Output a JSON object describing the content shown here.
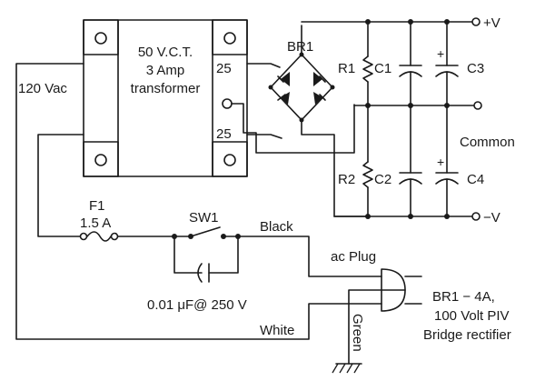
{
  "transformer": {
    "label_line1": "50 V.C.T.",
    "label_line2": "3 Amp",
    "label_line3": "transformer",
    "tap_top": "25",
    "tap_bottom": "25"
  },
  "input": {
    "label": "120 Vac"
  },
  "rectifier": {
    "label": "BR1"
  },
  "resistors": {
    "r1": "R1",
    "r2": "R2"
  },
  "capacitors": {
    "c1": "C1",
    "c2": "C2",
    "c3": "C3",
    "c4": "C4",
    "plus": "+"
  },
  "outputs": {
    "positive": "+V",
    "common": "Common",
    "negative": "−V"
  },
  "fuse": {
    "name": "F1",
    "rating": "1.5 A"
  },
  "switch": {
    "name": "SW1",
    "snubber_cap": "0.01 μF@ 250 V"
  },
  "wires": {
    "black": "Black",
    "white": "White",
    "green": "Green"
  },
  "plug": {
    "label": "ac Plug"
  },
  "notes": {
    "line1": "BR1 − 4A,",
    "line2": "100 Volt PIV",
    "line3": "Bridge rectifier"
  }
}
